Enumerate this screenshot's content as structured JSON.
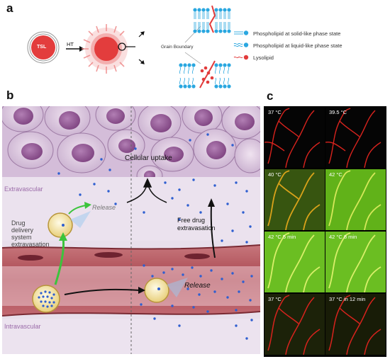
{
  "panel_a": {
    "letter": "a",
    "tsl_label": "TSL",
    "ht_label": "HT",
    "grain_boundary_label": "Grain Boundary",
    "legend": [
      {
        "text": "Phospholipid at solid-like phase state",
        "color": "#2aa7e0"
      },
      {
        "text": "Phospholipid at liquid-like phase state",
        "color": "#2aa7e0"
      },
      {
        "text": "Lysolipid",
        "color": "#e23b3b"
      }
    ]
  },
  "panel_b": {
    "letter": "b",
    "cellular_uptake": "Cellular uptake",
    "extravascular": "Extravascular",
    "release_top": "Release",
    "drug_delivery": "Drug\ndelivery\nsystem\nextravasation",
    "free_drug": "Free drug\nextravasation",
    "release_bottom": "Release",
    "intravascular": "Intravascular"
  },
  "panel_c": {
    "letter": "c",
    "tiles": [
      {
        "label": "37 °C",
        "stage": "red"
      },
      {
        "label": "39.5 °C",
        "stage": "red"
      },
      {
        "label": "40 °C",
        "stage": "mixed"
      },
      {
        "label": "42 °C",
        "stage": "green"
      },
      {
        "label": "42 °C 5 min",
        "stage": "green"
      },
      {
        "label": "42 °C 8 min",
        "stage": "green"
      },
      {
        "label": "37 °C",
        "stage": "red2"
      },
      {
        "label": "37 °C in 12 min",
        "stage": "red2"
      }
    ]
  },
  "colors": {
    "liposome_red": "#e33d3d",
    "phospholipid_blue": "#2aa7e0",
    "vessel": "#a23b44",
    "tissue": "#e4dae8"
  }
}
